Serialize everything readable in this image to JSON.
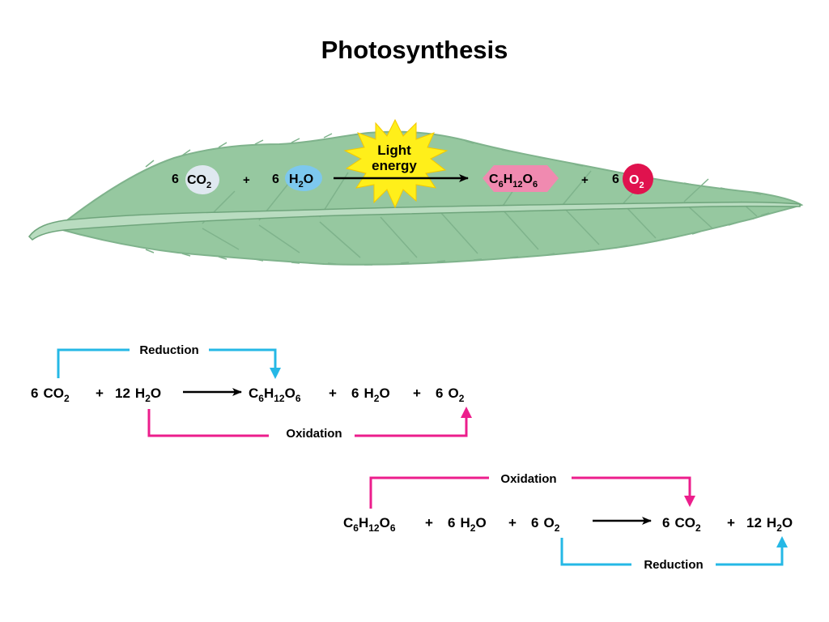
{
  "title": "Photosynthesis",
  "colors": {
    "leaf_fill": "#96c8a0",
    "leaf_outline": "#7fb38c",
    "co2_bubble": "#dfe8f0",
    "h2o_bubble": "#7dc8ee",
    "glucose_hex": "#f08ab0",
    "o2_bubble": "#e0124e",
    "light_burst": "#ffef1a",
    "reduction": "#25b8e6",
    "oxidation": "#ec1e8c"
  },
  "leaf": {
    "co2": {
      "coef": "6",
      "sym": "CO",
      "sub": "2"
    },
    "plus1": "+",
    "h2o": {
      "coef": "6",
      "sym1": "H",
      "sub": "2",
      "sym2": "O"
    },
    "light_line1": "Light",
    "light_line2": "energy",
    "glucose": {
      "c": "C",
      "c_sub": "6",
      "h": "H",
      "h_sub": "12",
      "o": "O",
      "o_sub": "6"
    },
    "plus2": "+",
    "o2": {
      "coef": "6",
      "sym": "O",
      "sub": "2"
    }
  },
  "eq1": {
    "reduction_label": "Reduction",
    "oxidation_label": "Oxidation",
    "co2": {
      "coef": "6",
      "sym": "CO",
      "sub": "2"
    },
    "plus_a": "+",
    "h2o": {
      "coef": "12",
      "sym1": "H",
      "sub": "2",
      "sym2": "O"
    },
    "glucose": {
      "c": "C",
      "c_sub": "6",
      "h": "H",
      "h_sub": "12",
      "o": "O",
      "o_sub": "6"
    },
    "plus_b": "+",
    "h2o_out": {
      "coef": "6",
      "sym1": "H",
      "sub": "2",
      "sym2": "O"
    },
    "plus_c": "+",
    "o2": {
      "coef": "6",
      "sym": "O",
      "sub": "2"
    }
  },
  "eq2": {
    "oxidation_label": "Oxidation",
    "reduction_label": "Reduction",
    "glucose": {
      "c": "C",
      "c_sub": "6",
      "h": "H",
      "h_sub": "12",
      "o": "O",
      "o_sub": "6"
    },
    "plus_a": "+",
    "h2o": {
      "coef": "6",
      "sym1": "H",
      "sub": "2",
      "sym2": "O"
    },
    "plus_b": "+",
    "o2": {
      "coef": "6",
      "sym": "O",
      "sub": "2"
    },
    "co2": {
      "coef": "6",
      "sym": "CO",
      "sub": "2"
    },
    "plus_c": "+",
    "h2o_out": {
      "coef": "12",
      "sym1": "H",
      "sub": "2",
      "sym2": "O"
    }
  }
}
